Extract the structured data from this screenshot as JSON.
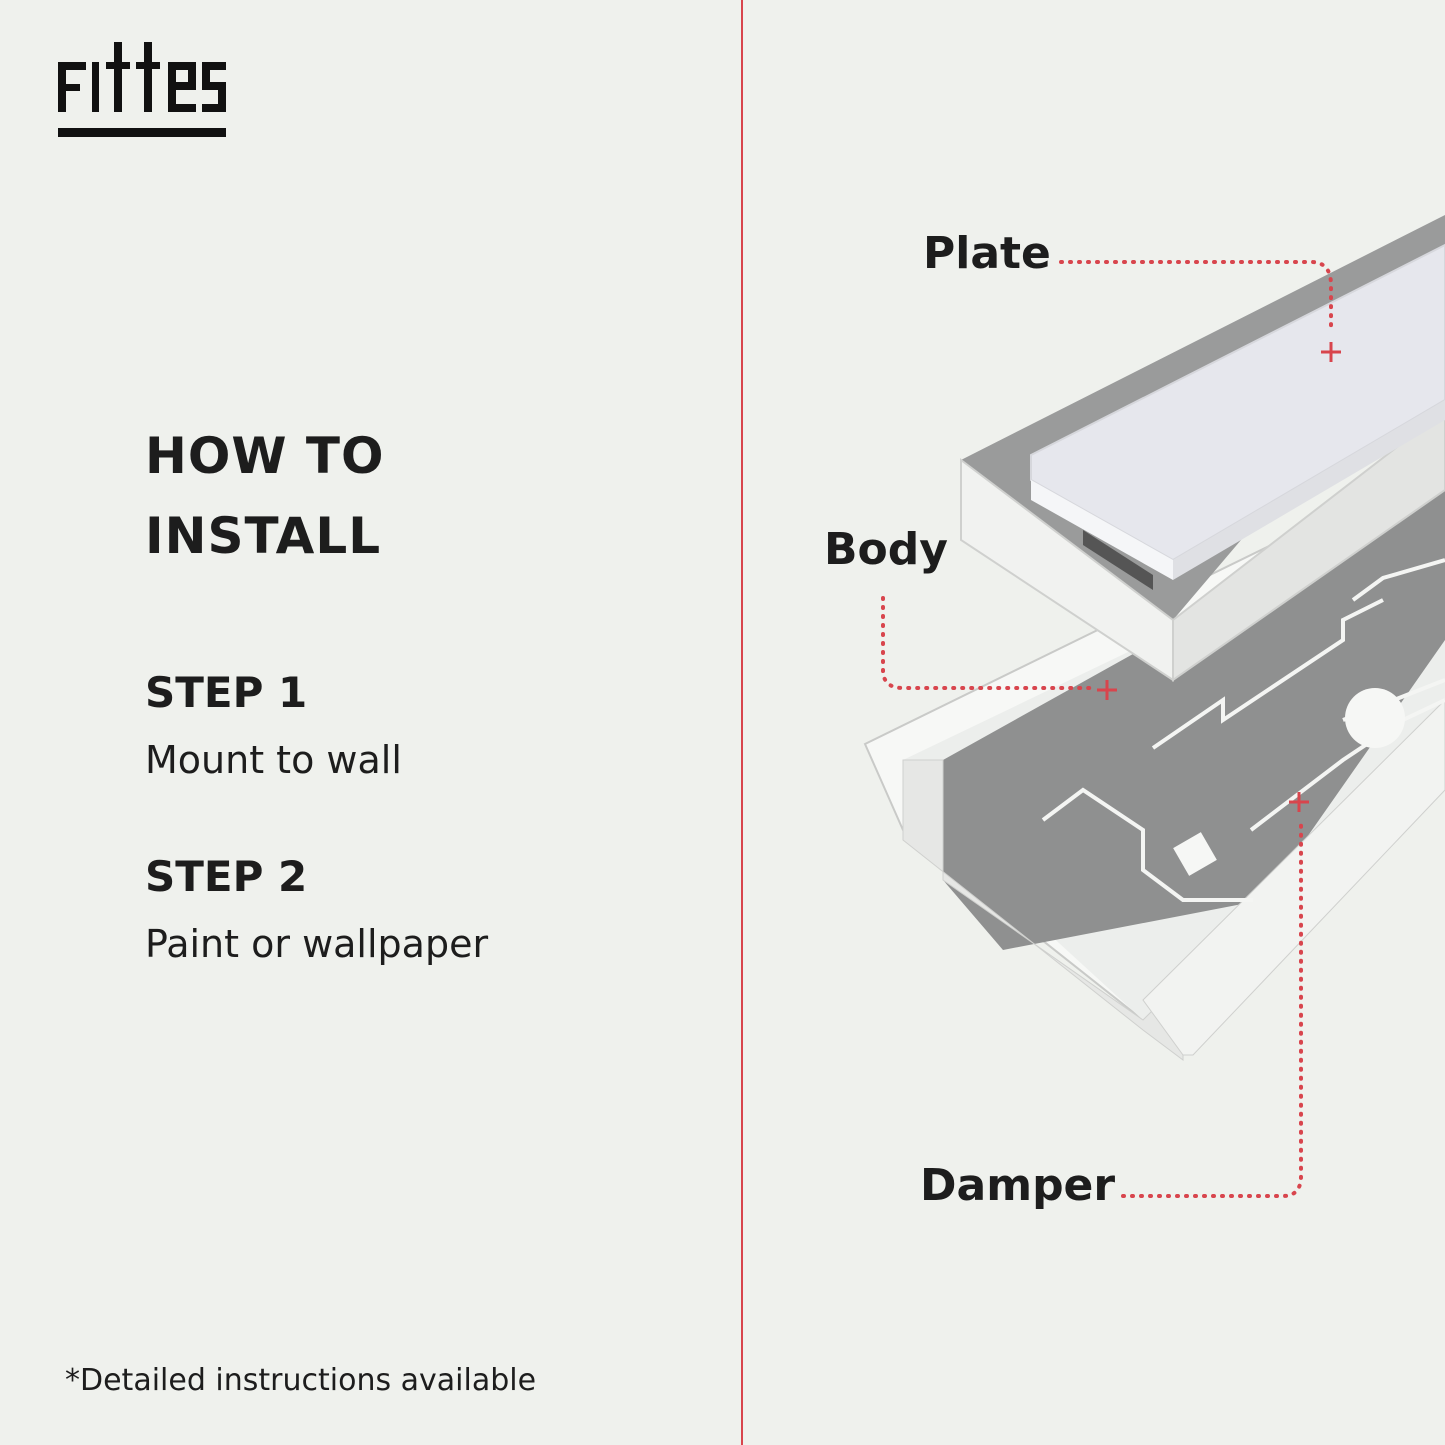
{
  "brand": {
    "logo_text": "Fittes"
  },
  "heading": {
    "line1": "HOW TO",
    "line2": "INSTALL"
  },
  "steps": [
    {
      "title": "STEP 1",
      "text": "Mount to wall"
    },
    {
      "title": "STEP 2",
      "text": "Paint or wallpaper"
    }
  ],
  "footnote": "*Detailed instructions available",
  "callouts": {
    "plate": "Plate",
    "body": "Body",
    "damper": "Damper"
  },
  "colors": {
    "background": "#eff1ed",
    "accent": "#d8454d",
    "text": "#1d1d1d"
  }
}
